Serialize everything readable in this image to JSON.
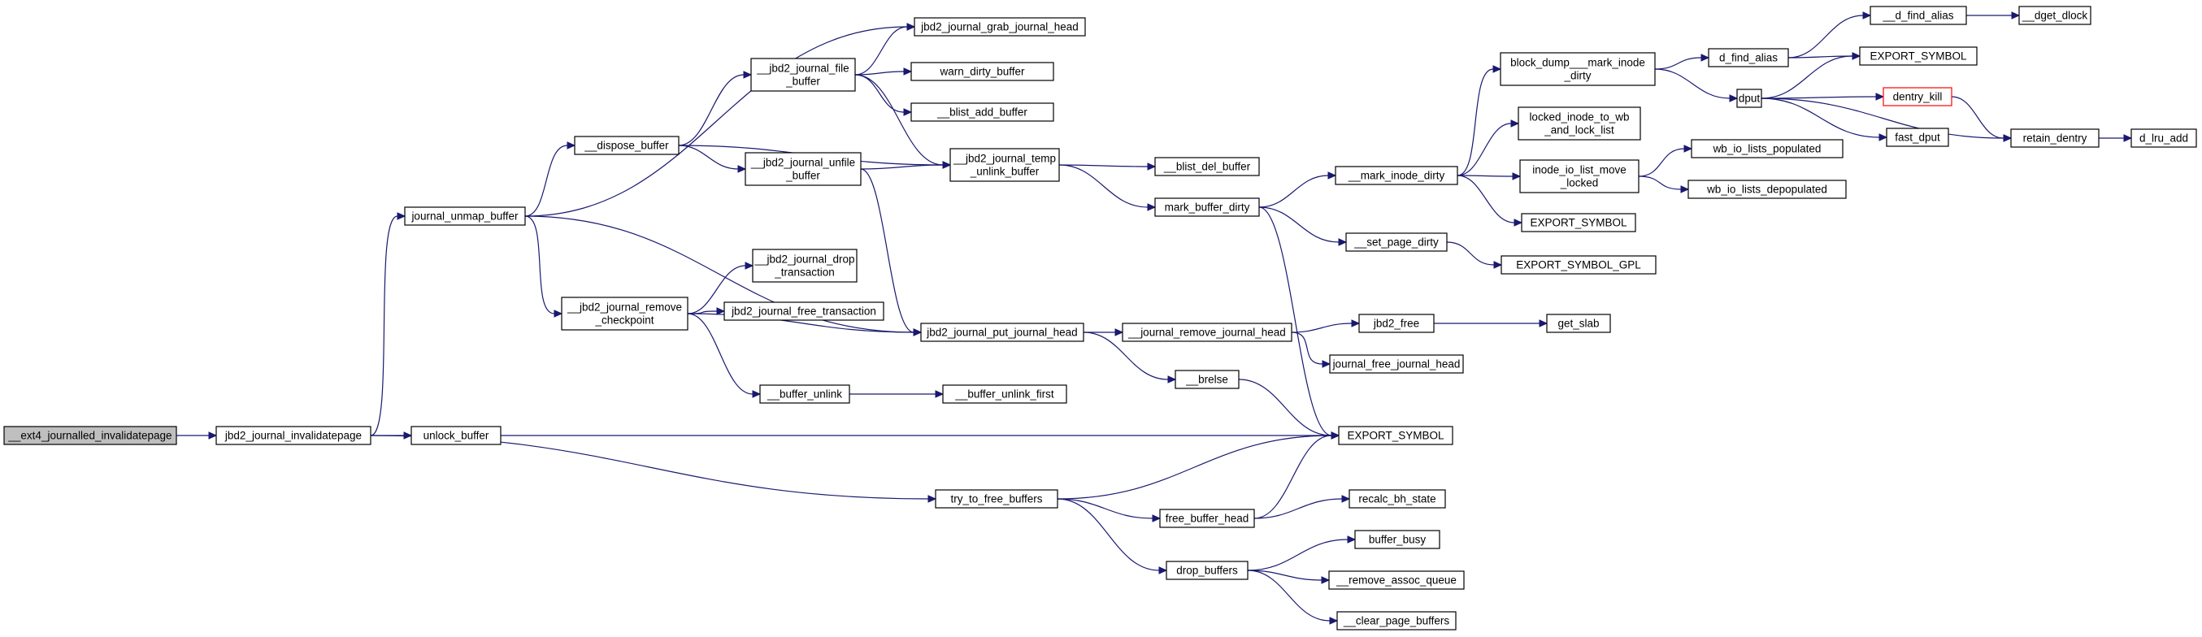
{
  "graph": {
    "colors": {
      "edge": "#191970",
      "root_fill": "#bfbfbf",
      "node_border": "#000000",
      "highlight_border": "#ff0000"
    },
    "nodes": [
      {
        "id": "ext4_jinv",
        "lines": [
          "__ext4_journalled_invalidatepage"
        ],
        "style": "root"
      },
      {
        "id": "jbd2_jinv",
        "lines": [
          "jbd2_journal_invalidatepage"
        ]
      },
      {
        "id": "unmap",
        "lines": [
          "journal_unmap_buffer"
        ]
      },
      {
        "id": "unlock",
        "lines": [
          "unlock_buffer"
        ]
      },
      {
        "id": "ttfb",
        "lines": [
          "try_to_free_buffers"
        ]
      },
      {
        "id": "dispose",
        "lines": [
          "__dispose_buffer"
        ]
      },
      {
        "id": "jremcp",
        "lines": [
          "__jbd2_journal_remove",
          "_checkpoint"
        ]
      },
      {
        "id": "grabjh",
        "lines": [
          "jbd2_journal_grab_journal_head"
        ]
      },
      {
        "id": "jfile",
        "lines": [
          "__jbd2_journal_file",
          "_buffer"
        ]
      },
      {
        "id": "junfile",
        "lines": [
          "__jbd2_journal_unfile",
          "_buffer"
        ]
      },
      {
        "id": "jdrop",
        "lines": [
          "__jbd2_journal_drop",
          "_transaction"
        ]
      },
      {
        "id": "jfreetx",
        "lines": [
          "jbd2_journal_free_transaction"
        ]
      },
      {
        "id": "bunlink",
        "lines": [
          "__buffer_unlink"
        ]
      },
      {
        "id": "warndirty",
        "lines": [
          "warn_dirty_buffer"
        ]
      },
      {
        "id": "blistadd",
        "lines": [
          "__blist_add_buffer"
        ]
      },
      {
        "id": "jtemp",
        "lines": [
          "__jbd2_journal_temp",
          "_unlink_buffer"
        ]
      },
      {
        "id": "putjh",
        "lines": [
          "jbd2_journal_put_journal_head"
        ]
      },
      {
        "id": "bunlinkfirst",
        "lines": [
          "__buffer_unlink_first"
        ]
      },
      {
        "id": "freebh",
        "lines": [
          "free_buffer_head"
        ]
      },
      {
        "id": "dropbuf",
        "lines": [
          "drop_buffers"
        ]
      },
      {
        "id": "blistdel",
        "lines": [
          "__blist_del_buffer"
        ]
      },
      {
        "id": "markdirty",
        "lines": [
          "mark_buffer_dirty"
        ]
      },
      {
        "id": "jremjh",
        "lines": [
          "__journal_remove_journal_head"
        ]
      },
      {
        "id": "brelse",
        "lines": [
          "__brelse"
        ]
      },
      {
        "id": "markinode",
        "lines": [
          "__mark_inode_dirty"
        ]
      },
      {
        "id": "setpage",
        "lines": [
          "__set_page_dirty"
        ]
      },
      {
        "id": "jbd2free",
        "lines": [
          "jbd2_free"
        ]
      },
      {
        "id": "jfreejh",
        "lines": [
          "journal_free_journal_head"
        ]
      },
      {
        "id": "export_main",
        "lines": [
          "EXPORT_SYMBOL"
        ]
      },
      {
        "id": "recalc",
        "lines": [
          "recalc_bh_state"
        ]
      },
      {
        "id": "bufbusy",
        "lines": [
          "buffer_busy"
        ]
      },
      {
        "id": "remassoc",
        "lines": [
          "__remove_assoc_queue"
        ]
      },
      {
        "id": "clearpage",
        "lines": [
          "__clear_page_buffers"
        ]
      },
      {
        "id": "blockdump",
        "lines": [
          "block_dump___mark_inode",
          "_dirty"
        ]
      },
      {
        "id": "lockedinode",
        "lines": [
          "locked_inode_to_wb",
          "_and_lock_list"
        ]
      },
      {
        "id": "inodemove",
        "lines": [
          "inode_io_list_move",
          "_locked"
        ]
      },
      {
        "id": "export_mid",
        "lines": [
          "EXPORT_SYMBOL"
        ]
      },
      {
        "id": "export_gpl",
        "lines": [
          "EXPORT_SYMBOL_GPL"
        ]
      },
      {
        "id": "getslab",
        "lines": [
          "get_slab"
        ]
      },
      {
        "id": "dfindalias",
        "lines": [
          "d_find_alias"
        ]
      },
      {
        "id": "dput",
        "lines": [
          "dput"
        ]
      },
      {
        "id": "wbpop",
        "lines": [
          "wb_io_lists_populated"
        ]
      },
      {
        "id": "wbdepop",
        "lines": [
          "wb_io_lists_depopulated"
        ]
      },
      {
        "id": "ddfindalias",
        "lines": [
          "__d_find_alias"
        ]
      },
      {
        "id": "export_top",
        "lines": [
          "EXPORT_SYMBOL"
        ]
      },
      {
        "id": "dentrykill",
        "lines": [
          "dentry_kill"
        ],
        "style": "red"
      },
      {
        "id": "fastdput",
        "lines": [
          "fast_dput"
        ]
      },
      {
        "id": "retain",
        "lines": [
          "retain_dentry"
        ]
      },
      {
        "id": "dgetdlock",
        "lines": [
          "__dget_dlock"
        ]
      },
      {
        "id": "dlruadd",
        "lines": [
          "d_lru_add"
        ]
      }
    ]
  }
}
